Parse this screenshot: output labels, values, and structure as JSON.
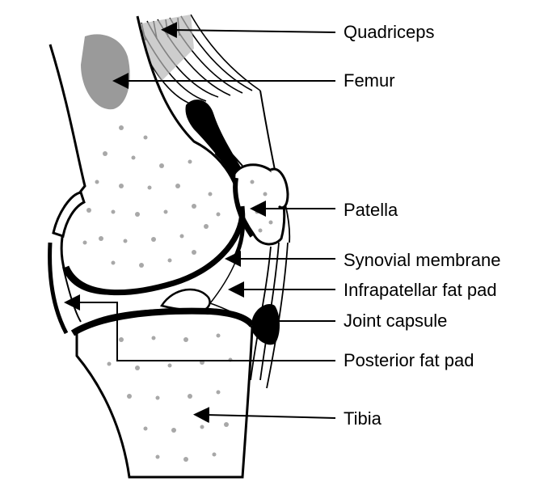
{
  "labels": {
    "quadriceps": "Quadriceps",
    "femur": "Femur",
    "patella": "Patella",
    "synovial_membrane": "Synovial membrane",
    "infrapatellar_fat_pad": "Infrapatellar fat pad",
    "joint_capsule": "Joint capsule",
    "posterior_fat_pad": "Posterior fat pad",
    "tibia": "Tibia"
  },
  "colors": {
    "ink": "#000000",
    "shading": "#9a9a9a",
    "paper": "#ffffff"
  }
}
